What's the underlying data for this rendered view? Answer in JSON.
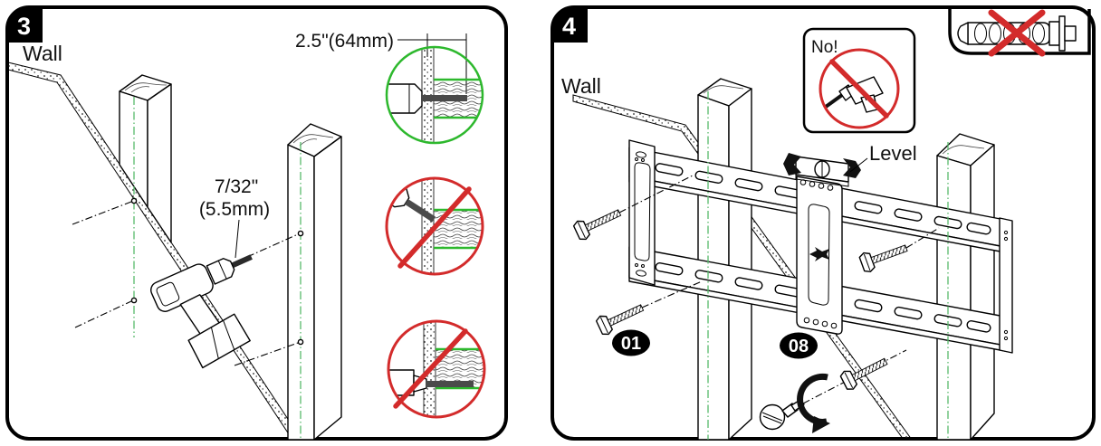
{
  "panel3": {
    "badge": "3",
    "wall_label": "Wall",
    "depth_dim": "2.5\"(64mm)",
    "bit_dim_line1": "7/32\"",
    "bit_dim_line2": "(5.5mm)"
  },
  "panel4": {
    "badge": "4",
    "wall_label": "Wall",
    "no_label": "No!",
    "level_label": "Level",
    "part_bolt_badge": "01",
    "part_bracket_badge": "08"
  },
  "colors": {
    "ok_green": "#2db82d",
    "centerline_green": "#58b96b",
    "prohibit_red": "#d32b2b",
    "ink": "#000000",
    "paper": "#ffffff"
  }
}
